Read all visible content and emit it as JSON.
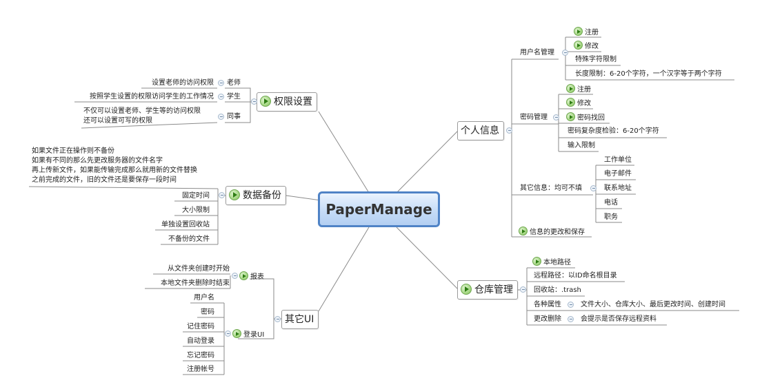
{
  "center": "PaperManage",
  "perm": {
    "title": "权限设置",
    "teacher_desc": "设置老师的访问权限",
    "teacher": "老师",
    "student_desc": "按照学生设置的权限访问学生的工作情况",
    "student": "学生",
    "colleague_desc1": "不仅可以设置老师、学生等的访问权限",
    "colleague_desc2": "还可以设置可写的权限",
    "colleague": "同事"
  },
  "backup": {
    "title": "数据备份",
    "note1": "如果文件正在操作则不备份",
    "note2": "如果有不同的那么先更改服务器的文件名字",
    "note3": "再上传新文件，如果能传输完成那么就用新的文件替换",
    "note4": "之前完成的文件，旧的文件还是要保存一段时间",
    "items": [
      "固定时间",
      "大小限制",
      "单独设置回收站",
      "不备份的文件"
    ]
  },
  "other_ui": {
    "title": "其它UI",
    "report": "报表",
    "report_from": "从文件夹创建时开始",
    "report_to": "本地文件夹删除时结束",
    "login": "登录UI",
    "login_items": [
      "用户名",
      "密码",
      "记住密码",
      "自动登录",
      "忘记密码",
      "注册帐号"
    ]
  },
  "personal": {
    "title": "个人信息",
    "username": "用户名管理",
    "username_items": [
      "注册",
      "修改",
      "特殊字符限制",
      "长度限制：6-20个字符，一个汉字等于两个字符"
    ],
    "password": "密码管理",
    "password_items": [
      "注册",
      "修改",
      "密码找回",
      "密码复杂度检验：6-20个字符",
      "输入限制"
    ],
    "other_info": "其它信息：均可不填",
    "other_info_items": [
      "工作单位",
      "电子邮件",
      "联系地址",
      "电话",
      "职务"
    ],
    "save": "信息的更改和保存"
  },
  "repo": {
    "title": "仓库管理",
    "local": "本地路径",
    "remote": "远程路径：以ID命名根目录",
    "recycle": "回收站：.trash",
    "attrs": "各种属性",
    "attrs_desc": "文件大小、仓库大小、最后更改时间、创建时间",
    "delete": "更改删除",
    "delete_desc": "会提示是否保存远程资料"
  }
}
